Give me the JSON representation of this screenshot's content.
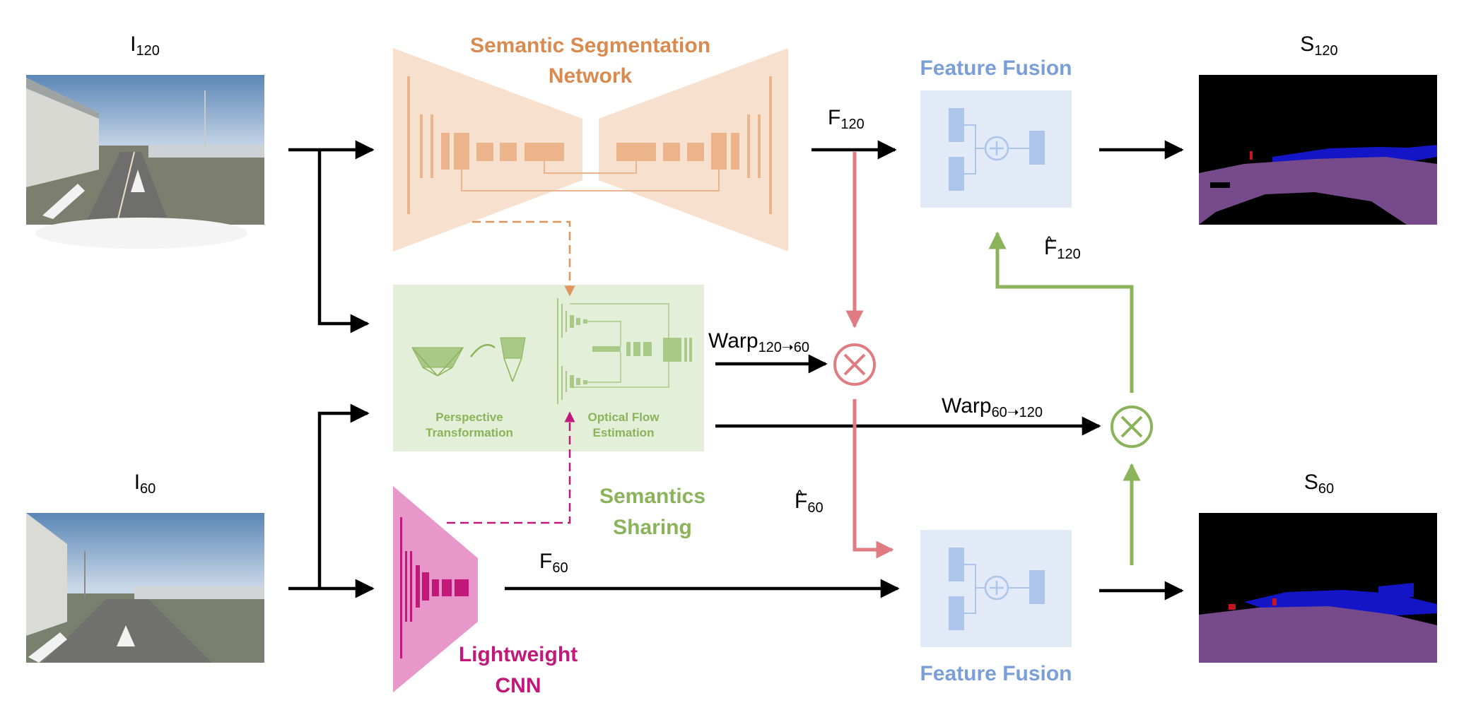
{
  "inputs": {
    "i120": {
      "base": "I",
      "sub": "120"
    },
    "i60": {
      "base": "I",
      "sub": "60"
    }
  },
  "outputs": {
    "s120": {
      "base": "S",
      "sub": "120"
    },
    "s60": {
      "base": "S",
      "sub": "60"
    }
  },
  "modules": {
    "seg_net": {
      "line1": "Semantic Segmentation",
      "line2": "Network",
      "color": "#d98a4f"
    },
    "lightweight": {
      "line1": "Lightweight",
      "line2": "CNN",
      "color": "#c2187a"
    },
    "sharing": {
      "line1": "Semantics",
      "line2": "Sharing",
      "color": "#8aae5c"
    },
    "perspective": {
      "line1": "Perspective",
      "line2": "Transformation"
    },
    "optical_flow": {
      "line1": "Optical Flow",
      "line2": "Estimation"
    },
    "fusion_top": {
      "label": "Feature Fusion",
      "color": "#7a9fd6"
    },
    "fusion_bottom": {
      "label": "Feature Fusion",
      "color": "#7a9fd6"
    }
  },
  "features": {
    "f120": {
      "base": "F",
      "sub": "120"
    },
    "f60": {
      "base": "F",
      "sub": "60"
    },
    "f120_hat": {
      "base": "F",
      "sub": "120",
      "hat": "^"
    },
    "f60_hat": {
      "base": "F",
      "sub": "60",
      "hat": "^"
    }
  },
  "warps": {
    "w120_60": {
      "base": "Warp",
      "sub": "120➝60"
    },
    "w60_120": {
      "base": "Warp",
      "sub": "60➝120"
    }
  },
  "colors": {
    "arrow": "#000000",
    "red_path": "#e07b82",
    "green_path": "#8ab35a",
    "seg_fill": "#f8e0cf",
    "share_fill": "#e3efd8",
    "fusion_fill": "#e1eaf6"
  }
}
